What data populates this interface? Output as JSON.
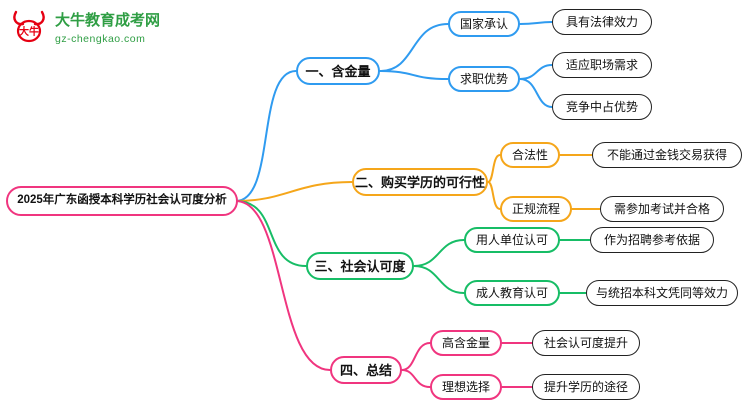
{
  "brand": {
    "name": "大牛教育成考网",
    "domain": "gz-chengkao.com"
  },
  "root": {
    "label": "2025年广东函授本科学历社会认可度分析"
  },
  "branches": [
    {
      "label": "一、含金量",
      "color": "#2f9bf0",
      "children": [
        {
          "label": "国家承认",
          "leaves": [
            "具有法律效力"
          ]
        },
        {
          "label": "求职优势",
          "leaves": [
            "适应职场需求",
            "竞争中占优势"
          ]
        }
      ]
    },
    {
      "label": "二、购买学历的可行性",
      "color": "#f5a61a",
      "children": [
        {
          "label": "合法性",
          "leaves": [
            "不能通过金钱交易获得"
          ]
        },
        {
          "label": "正规流程",
          "leaves": [
            "需参加考试并合格"
          ]
        }
      ]
    },
    {
      "label": "三、社会认可度",
      "color": "#17bd66",
      "children": [
        {
          "label": "用人单位认可",
          "leaves": [
            "作为招聘参考依据"
          ]
        },
        {
          "label": "成人教育认可",
          "leaves": [
            "与统招本科文凭同等效力"
          ]
        }
      ]
    },
    {
      "label": "四、总结",
      "color": "#f0357f",
      "children": [
        {
          "label": "高含金量",
          "leaves": [
            "社会认可度提升"
          ]
        },
        {
          "label": "理想选择",
          "leaves": [
            "提升学历的途径"
          ]
        }
      ]
    }
  ],
  "colors": {
    "branch_blue": "#2f9bf0",
    "branch_orange": "#f5a61a",
    "branch_green": "#17bd66",
    "branch_pink": "#f0357f",
    "brand_green": "#2f9e44",
    "brand_red": "#e60012",
    "leaf_border": "#222222"
  }
}
